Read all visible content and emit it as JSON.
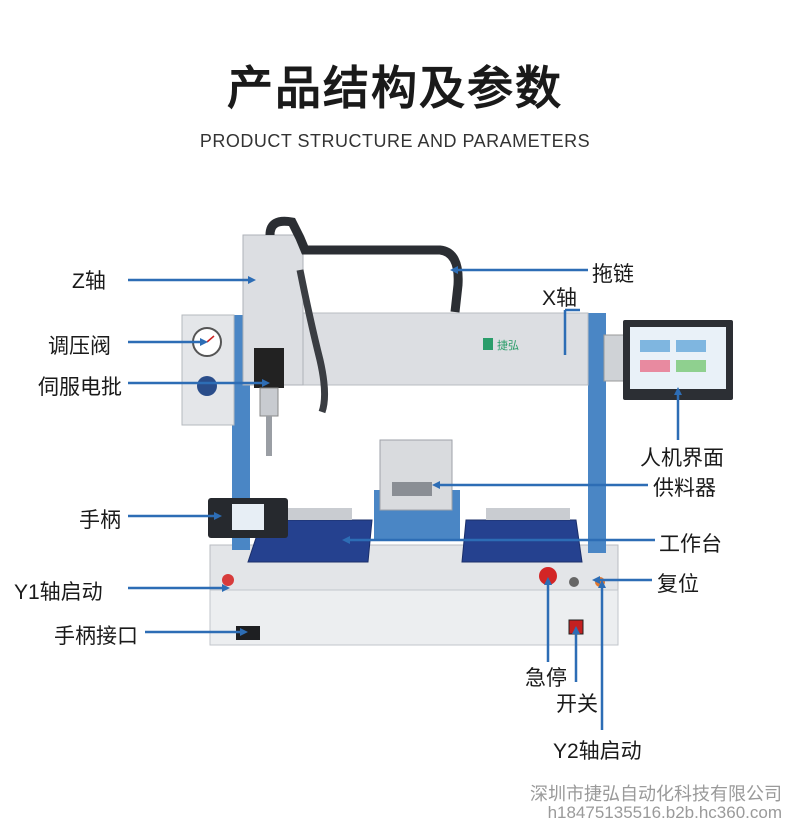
{
  "title": "产品结构及参数",
  "subtitle": "PRODUCT STRUCTURE AND PARAMETERS",
  "brand_logo_text": "捷弘",
  "labels": {
    "z_axis": "Z轴",
    "drag_chain": "拖链",
    "x_axis": "X轴",
    "pressure_valve": "调压阀",
    "servo_screwdriver": "伺服电批",
    "hmi": "人机界面",
    "feeder": "供料器",
    "handle": "手柄",
    "worktable": "工作台",
    "y1_start": "Y1轴启动",
    "reset": "复位",
    "handle_port": "手柄接口",
    "emergency_stop": "急停",
    "switch": "开关",
    "y2_start": "Y2轴启动"
  },
  "footer": {
    "company": "深圳市捷弘自动化科技有限公司",
    "site": "h18475135516.b2b.hc360.com"
  },
  "colors": {
    "frame_blue": "#4a86c5",
    "body_grey": "#dfe1e4",
    "pointer_blue": "#2d6db5",
    "estop_red": "#d32525"
  }
}
